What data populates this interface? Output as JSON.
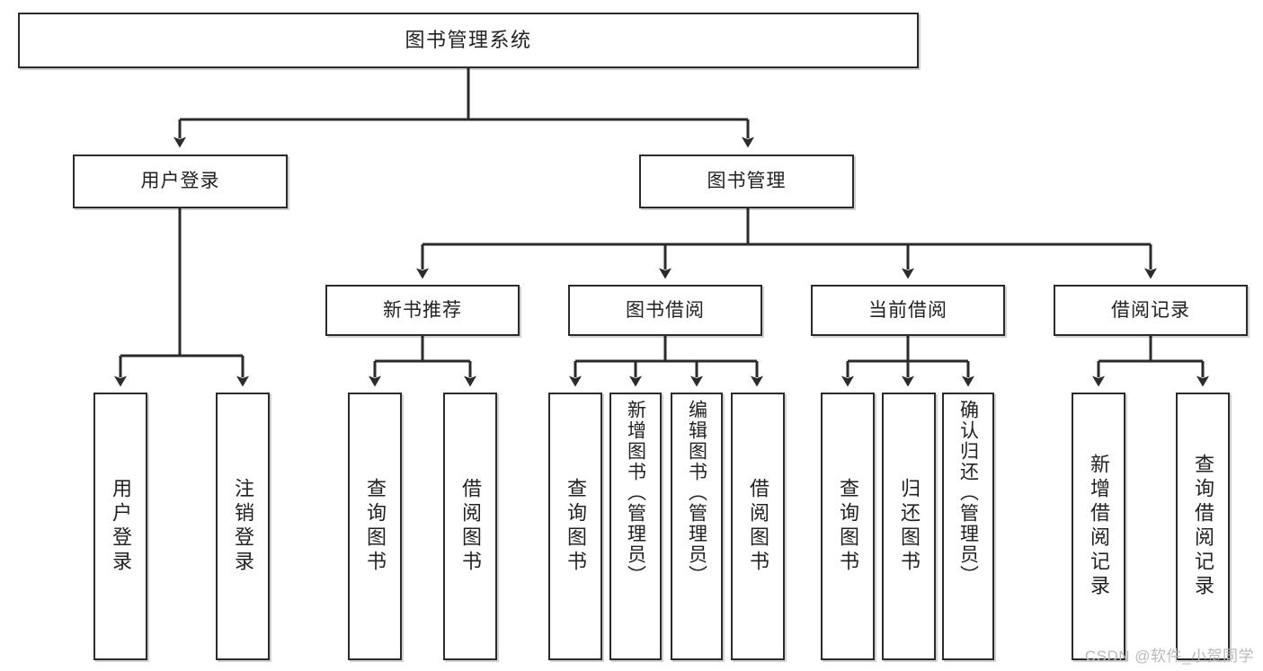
{
  "diagram": {
    "title": "图书管理系统",
    "type": "tree",
    "orientation": "top-down",
    "colors": {
      "node_border": "#2b2b2b",
      "node_fill": "#ffffff",
      "edge": "#2b2b2b",
      "text": "#222222",
      "watermark": "#b9b9b9",
      "background": "#ffffff"
    },
    "nodes": {
      "root": {
        "label": "图书管理系统",
        "level": 0,
        "text_direction": "horizontal"
      },
      "user_login": {
        "label": "用户登录",
        "level": 1,
        "text_direction": "horizontal"
      },
      "book_manage": {
        "label": "图书管理",
        "level": 1,
        "text_direction": "horizontal"
      },
      "new_book_rec": {
        "label": "新书推荐",
        "level": 2,
        "text_direction": "horizontal"
      },
      "book_borrow": {
        "label": "图书借阅",
        "level": 2,
        "text_direction": "horizontal"
      },
      "current_borrow": {
        "label": "当前借阅",
        "level": 2,
        "text_direction": "horizontal"
      },
      "borrow_record": {
        "label": "借阅记录",
        "level": 2,
        "text_direction": "horizontal"
      },
      "leaf_user_login": {
        "label": "用户登录",
        "level": 3,
        "text_direction": "vertical"
      },
      "leaf_logout": {
        "label": "注销登录",
        "level": 3,
        "text_direction": "vertical"
      },
      "leaf_query_book_1": {
        "label": "查询图书",
        "level": 3,
        "text_direction": "vertical"
      },
      "leaf_borrow_book_1": {
        "label": "借阅图书",
        "level": 3,
        "text_direction": "vertical"
      },
      "leaf_query_book_2": {
        "label": "查询图书",
        "level": 3,
        "text_direction": "vertical"
      },
      "leaf_add_book": {
        "label": "新增图书（管理员）",
        "level": 3,
        "text_direction": "vertical"
      },
      "leaf_edit_book": {
        "label": "编辑图书（管理员）",
        "level": 3,
        "text_direction": "vertical"
      },
      "leaf_borrow_book_2": {
        "label": "借阅图书",
        "level": 3,
        "text_direction": "vertical"
      },
      "leaf_query_book_3": {
        "label": "查询图书",
        "level": 3,
        "text_direction": "vertical"
      },
      "leaf_return_book": {
        "label": "归还图书",
        "level": 3,
        "text_direction": "vertical"
      },
      "leaf_confirm_return": {
        "label": "确认归还（管理员）",
        "level": 3,
        "text_direction": "vertical"
      },
      "leaf_add_record": {
        "label": "新增借阅记录",
        "level": 3,
        "text_direction": "vertical"
      },
      "leaf_query_record": {
        "label": "查询借阅记录",
        "level": 3,
        "text_direction": "vertical"
      }
    },
    "edges": [
      {
        "from": "root",
        "to": "user_login"
      },
      {
        "from": "root",
        "to": "book_manage"
      },
      {
        "from": "user_login",
        "to": "leaf_user_login"
      },
      {
        "from": "user_login",
        "to": "leaf_logout"
      },
      {
        "from": "book_manage",
        "to": "new_book_rec"
      },
      {
        "from": "book_manage",
        "to": "book_borrow"
      },
      {
        "from": "book_manage",
        "to": "current_borrow"
      },
      {
        "from": "book_manage",
        "to": "borrow_record"
      },
      {
        "from": "new_book_rec",
        "to": "leaf_query_book_1"
      },
      {
        "from": "new_book_rec",
        "to": "leaf_borrow_book_1"
      },
      {
        "from": "book_borrow",
        "to": "leaf_query_book_2"
      },
      {
        "from": "book_borrow",
        "to": "leaf_add_book"
      },
      {
        "from": "book_borrow",
        "to": "leaf_edit_book"
      },
      {
        "from": "book_borrow",
        "to": "leaf_borrow_book_2"
      },
      {
        "from": "current_borrow",
        "to": "leaf_query_book_3"
      },
      {
        "from": "current_borrow",
        "to": "leaf_return_book"
      },
      {
        "from": "current_borrow",
        "to": "leaf_confirm_return"
      },
      {
        "from": "borrow_record",
        "to": "leaf_add_record"
      },
      {
        "from": "borrow_record",
        "to": "leaf_query_record"
      }
    ]
  },
  "watermark": {
    "text": "CSDN @软件_小贺同学"
  }
}
